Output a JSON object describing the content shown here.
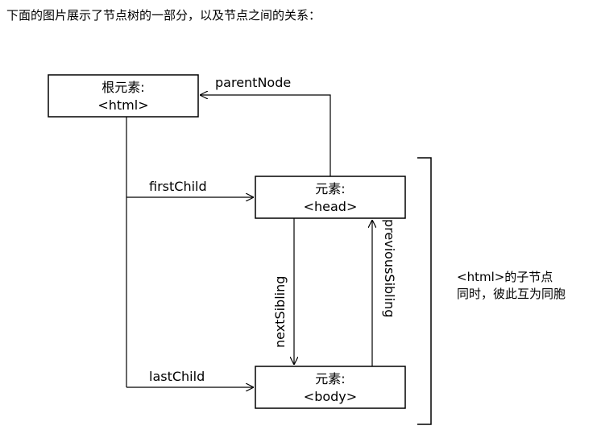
{
  "intro_text": "下面的图片展示了节点树的一部分，以及节点之间的关系：",
  "nodes": {
    "root": {
      "line1": "根元素:",
      "line2": "<html>"
    },
    "head": {
      "line1": "元素:",
      "line2": "<head>"
    },
    "body": {
      "line1": "元素:",
      "line2": "<body>"
    }
  },
  "edges": {
    "parentNode": "parentNode",
    "firstChild": "firstChild",
    "lastChild": "lastChild",
    "nextSibling": "nextSibling",
    "previousSibling": "previousSibling"
  },
  "annotation": {
    "line1": "<html>的子节点",
    "line2": "同时，彼此互为同胞"
  }
}
